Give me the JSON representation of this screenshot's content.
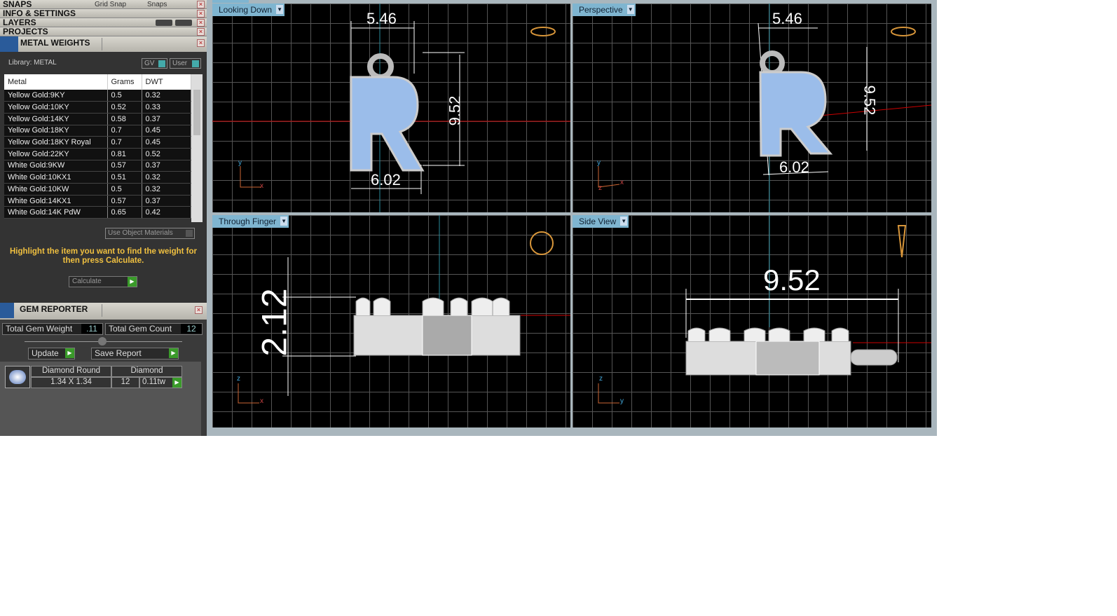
{
  "left": {
    "bars": [
      "SNAPS",
      "INFO & SETTINGS",
      "LAYERS",
      "PROJECTS"
    ],
    "snaps_items": [
      "Grid Snap",
      "Snaps"
    ],
    "metal": {
      "title": "METAL WEIGHTS",
      "library": "Library: METAL",
      "gv": "GV",
      "user": "User",
      "columns": [
        "Metal",
        "Grams",
        "DWT"
      ],
      "rows": [
        [
          "Yellow Gold:9KY",
          "0.5",
          "0.32"
        ],
        [
          "Yellow Gold:10KY",
          "0.52",
          "0.33"
        ],
        [
          "Yellow Gold:14KY",
          "0.58",
          "0.37"
        ],
        [
          "Yellow Gold:18KY",
          "0.7",
          "0.45"
        ],
        [
          "Yellow Gold:18KY Royal",
          "0.7",
          "0.45"
        ],
        [
          "Yellow Gold:22KY",
          "0.81",
          "0.52"
        ],
        [
          "White Gold:9KW",
          "0.57",
          "0.37"
        ],
        [
          "White Gold:10KX1",
          "0.51",
          "0.32"
        ],
        [
          "White Gold:10KW",
          "0.5",
          "0.32"
        ],
        [
          "White Gold:14KX1",
          "0.57",
          "0.37"
        ],
        [
          "White Gold:14K PdW",
          "0.65",
          "0.42"
        ]
      ],
      "use_object": "Use Object Materials",
      "hint": "Highlight the item you want to find the weight for then press Calculate.",
      "calculate": "Calculate"
    },
    "gem": {
      "title": "GEM REPORTER",
      "weight_label": "Total Gem Weight",
      "weight": ".11",
      "count_label": "Total Gem Count",
      "count": "12",
      "update": "Update",
      "save": "Save Report",
      "item": {
        "shape": "Diamond Round",
        "type": "Diamond",
        "size": "1.34 X 1.34",
        "qty": "12",
        "tw": "0.11tw"
      }
    }
  },
  "viewports": [
    {
      "name": "Looking Down",
      "dims": [
        "5.46",
        "9.52",
        "6.02"
      ],
      "axes": [
        "y",
        "x"
      ]
    },
    {
      "name": "Perspective",
      "dims": [
        "5.46",
        "9.52",
        "6.02"
      ],
      "axes": [
        "y",
        "z",
        "x"
      ]
    },
    {
      "name": "Through Finger",
      "dims": [
        "2.12"
      ],
      "axes": [
        "z",
        "x"
      ]
    },
    {
      "name": "Side View",
      "dims": [
        "9.52"
      ],
      "axes": [
        "z",
        "y"
      ]
    }
  ]
}
